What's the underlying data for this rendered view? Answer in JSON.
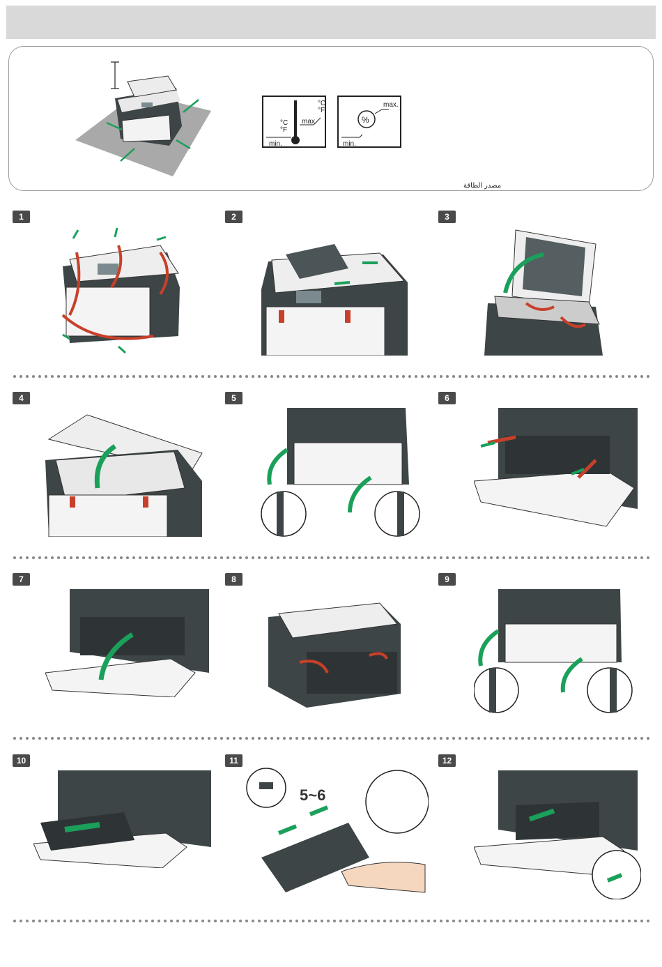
{
  "env_panel": {
    "temperature_icon": {
      "unit_c": "°C",
      "unit_f": "°F",
      "max_label": "max.",
      "min_label": "min."
    },
    "humidity_icon": {
      "symbol": "%",
      "max_label": "max.",
      "min_label": "min."
    },
    "power_source_label": "مصدر الطاقة"
  },
  "steps": [
    {
      "number": "1"
    },
    {
      "number": "2"
    },
    {
      "number": "3"
    },
    {
      "number": "4"
    },
    {
      "number": "5"
    },
    {
      "number": "6"
    },
    {
      "number": "7"
    },
    {
      "number": "8"
    },
    {
      "number": "9"
    },
    {
      "number": "10"
    },
    {
      "number": "11",
      "shake_label": "5~6"
    },
    {
      "number": "12"
    }
  ],
  "colors": {
    "printer_dark": "#3d4547",
    "printer_light": "#f2f2f2",
    "tape_red": "#c8402a",
    "arrow_green": "#1aa05a",
    "floor_gray": "#a9a9a9"
  }
}
